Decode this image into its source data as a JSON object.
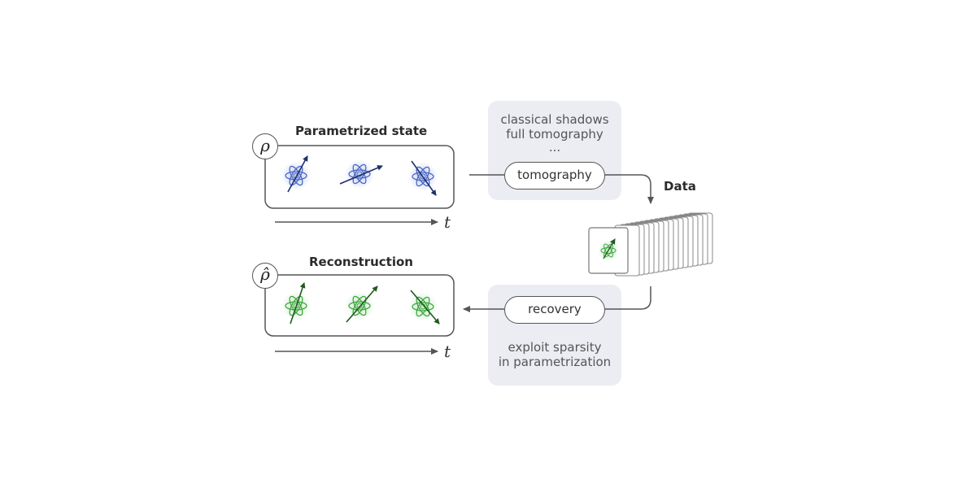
{
  "top_row": {
    "title": "Parametrized state",
    "symbol": "ρ",
    "time_label": "t"
  },
  "bottom_row": {
    "title": "Reconstruction",
    "symbol": "ρ̂",
    "time_label": "t"
  },
  "tomography_panel": {
    "lines": [
      "classical shadows",
      "full tomography",
      "..."
    ],
    "pill_label": "tomography"
  },
  "recovery_panel": {
    "pill_label": "recovery",
    "lines": [
      "exploit sparsity",
      "in parametrization"
    ]
  },
  "data_label": "Data",
  "colors": {
    "top_atoms": "#4a67c4",
    "top_spin_arrows": "#1e2f6b",
    "bottom_atoms": "#3fa83f",
    "bottom_spin_arrows": "#1f5a1f",
    "panel_background": "#ececf3",
    "outline": "#555555"
  },
  "icons": [
    "atom-icon",
    "spin-arrow-icon",
    "data-stack-icon"
  ]
}
